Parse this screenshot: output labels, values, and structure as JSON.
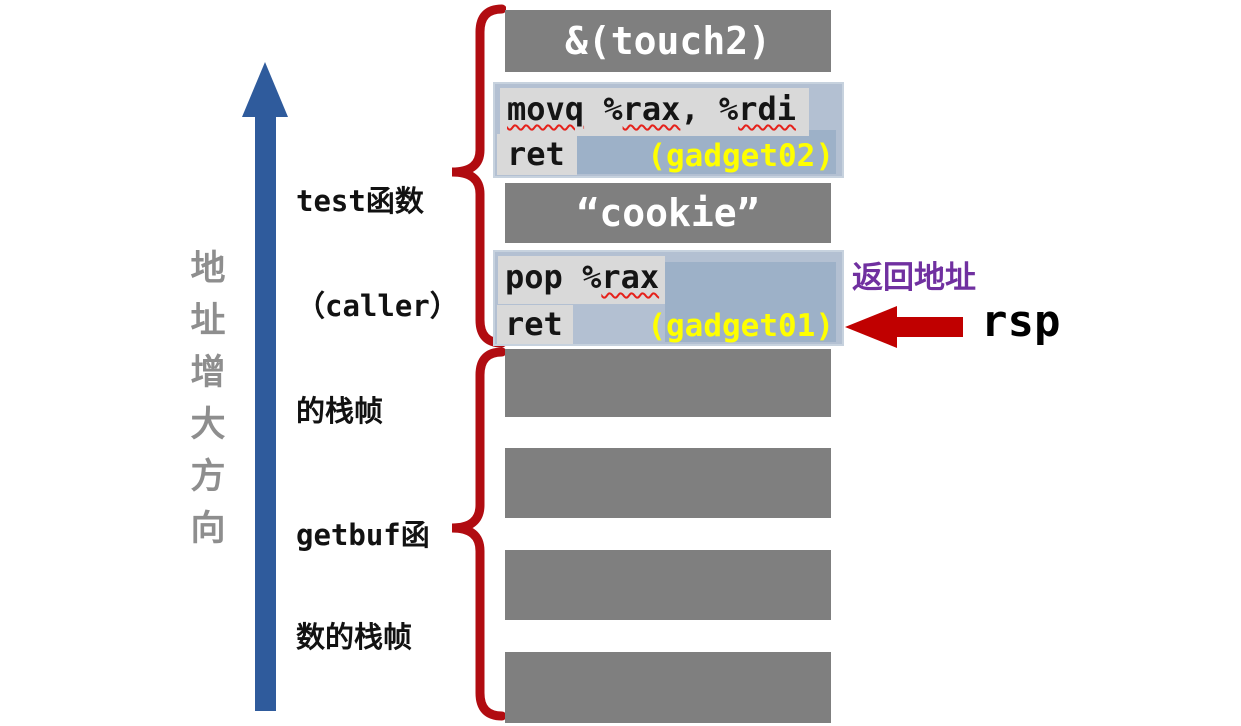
{
  "axis": {
    "label": "地址增大方向",
    "chars": [
      "地",
      "址",
      "增",
      "大",
      "方",
      "向"
    ]
  },
  "frames": {
    "test": {
      "line1": "test函数",
      "line2": "（caller）",
      "line3": "的栈帧"
    },
    "getbuf": {
      "line1": "getbuf函",
      "line2": "数的栈帧"
    }
  },
  "stack": {
    "slot_touch2": "&(touch2)",
    "gadget02": {
      "tok0": "movq",
      "tok1": " %",
      "tok2": "rax",
      "tok3": ", %",
      "tok4": "rdi",
      "ret": "ret",
      "tag": "(gadget02)"
    },
    "slot_cookie": "“cookie”",
    "gadget01": {
      "tok0": "pop",
      "tok1": " %",
      "tok2": "rax",
      "ret": "ret",
      "tag": "(gadget01)"
    },
    "empty_slot_count": 4
  },
  "annotations": {
    "return_address": "返回地址",
    "rsp": "rsp"
  },
  "colors": {
    "slot_gray": "#7f7f7f",
    "gadget_bg": "#b3c0d2",
    "gadget_band": "#9db1c8",
    "highlight_chip": "#d9d9d9",
    "gadget_tag_yellow": "#ffff00",
    "brace_red": "#b10c11",
    "arrow_red": "#c00000",
    "address_arrow_blue": "#2f5b9c",
    "return_label_purple": "#7030a0",
    "axis_text_gray": "#8e8e8e"
  }
}
